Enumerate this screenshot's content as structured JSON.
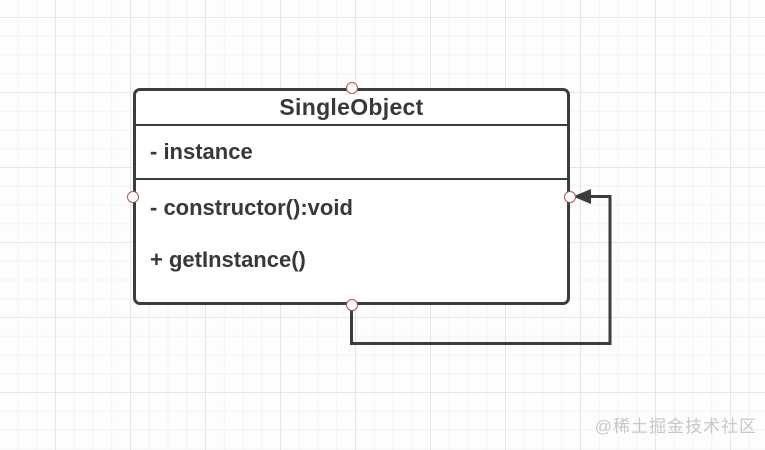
{
  "canvas": {
    "background_color": "#fdfdfd",
    "grid_minor_color": "#f3f3f3",
    "grid_major_color": "#e6e6e6"
  },
  "uml_class": {
    "name": "SingleObject",
    "attributes": [
      "- instance"
    ],
    "methods": [
      "- constructor():void",
      "+ getInstance()"
    ],
    "fill_color": "#ffffff",
    "border_color": "#3c3c3c",
    "text_color": "#383838"
  },
  "connector": {
    "type": "self-reference-orthogonal-arrow",
    "description": "loops from bottom-center of class down, right, up and into right-middle connection point",
    "color": "#3c3c3c"
  },
  "handles": {
    "fill": "#ffffff",
    "stroke": "#b05454",
    "positions": [
      "top-center",
      "left-middle",
      "right-middle",
      "bottom-center"
    ]
  },
  "watermark": {
    "text": "@稀土掘金技术社区",
    "color": "#c8c8c8"
  }
}
